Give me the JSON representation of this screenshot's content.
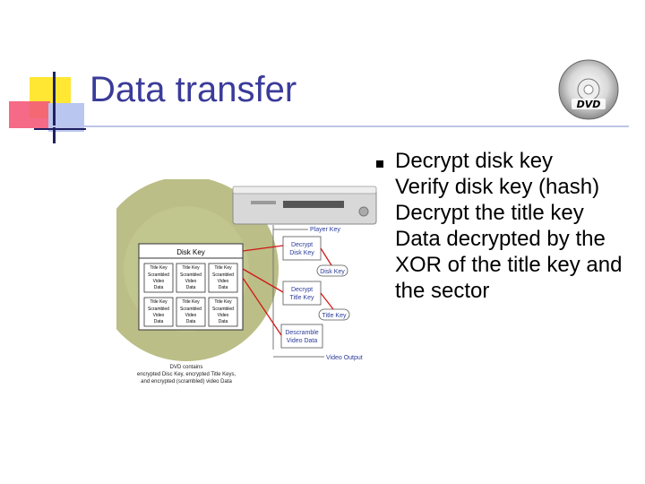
{
  "slide": {
    "title": "Data transfer",
    "bullets": [
      "Decrypt disk key",
      "Verify disk key (hash)",
      "Decrypt the title key",
      "Data decrypted by the XOR of  the title key and the sector"
    ]
  },
  "logo": {
    "text": "DVD"
  },
  "diagram": {
    "disc_title": "Disk Key",
    "cells": [
      [
        "Title Key",
        "Scrambled",
        "Video",
        "Data"
      ],
      [
        "Title Key",
        "Scrambled",
        "Video",
        "Data"
      ],
      [
        "Title Key",
        "Scrambled",
        "Video",
        "Data"
      ],
      [
        "Title Key",
        "Scrambled",
        "Video",
        "Data"
      ],
      [
        "Title Key",
        "Scrambled",
        "Video",
        "Data"
      ],
      [
        "Title Key",
        "Scrambled",
        "Video",
        "Data"
      ]
    ],
    "caption_lines": [
      "DVD contains",
      "encrypted Disc Key, encrypted Title Keys,",
      "and encrypted (scrambled) video Data"
    ],
    "labels": {
      "player_key": "Player Key",
      "decrypt_disk_key": [
        "Decrypt",
        "Disk Key"
      ],
      "disk_key": "Disk Key",
      "decrypt_title_key": [
        "Decrypt",
        "Title Key"
      ],
      "title_key": "Title Key",
      "descramble": [
        "Descramble",
        "Video Data"
      ],
      "video_output": "Video Output"
    }
  },
  "colors": {
    "title": "#3a3b9a",
    "label_blue": "#2b3c9a",
    "arrow_red": "#d11818",
    "disc_green": "#aab070"
  }
}
